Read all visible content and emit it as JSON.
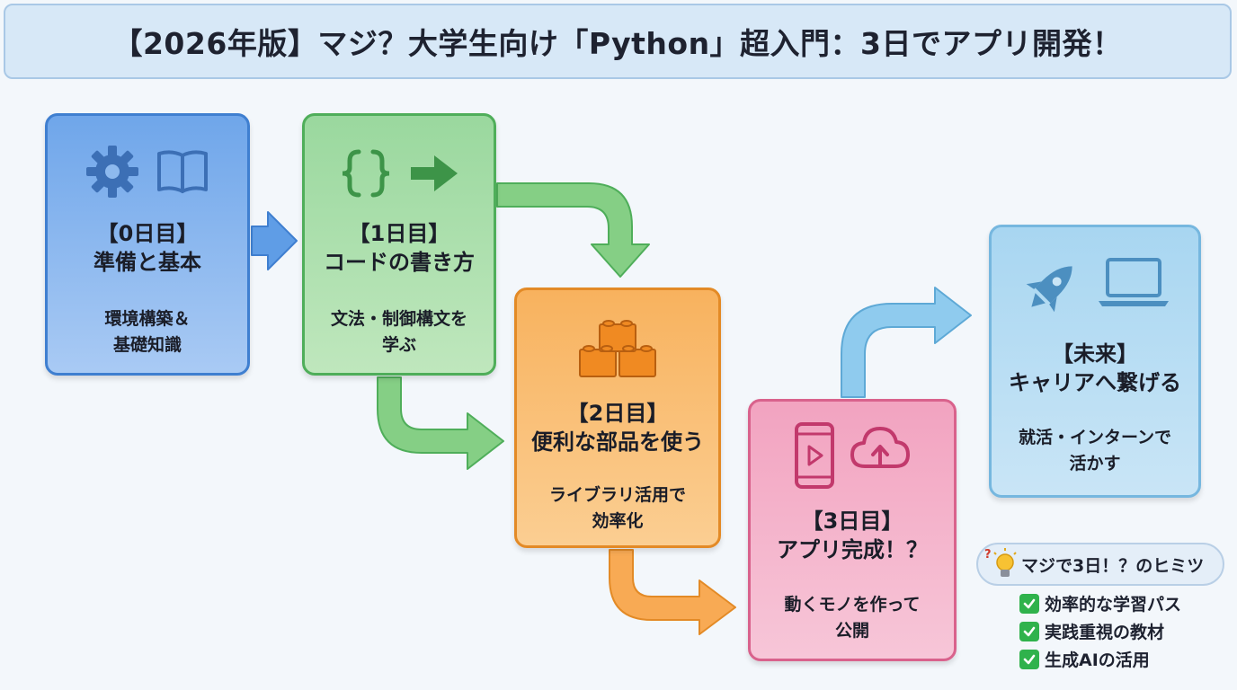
{
  "title": "【2026年版】マジ？大学生向け「Python」超入門：3日でアプリ開発！",
  "steps": [
    {
      "day": "【0日目】",
      "name": "準備と基本",
      "desc": [
        "環境構築＆",
        "基礎知識"
      ],
      "icons": [
        "gear-icon",
        "book-icon"
      ],
      "color": "#3f7fd0"
    },
    {
      "day": "【1日目】",
      "name": "コードの書き方",
      "desc": [
        "文法・制御構文を",
        "学ぶ"
      ],
      "icons": [
        "code-braces-icon",
        "right-arrow-icon"
      ],
      "color": "#4fae5a"
    },
    {
      "day": "【2日目】",
      "name": "便利な部品を使う",
      "desc": [
        "ライブラリ活用で",
        "効率化"
      ],
      "icons": [
        "building-blocks-icon"
      ],
      "color": "#e38a26"
    },
    {
      "day": "【3日目】",
      "name": "アプリ完成！？",
      "desc": [
        "動くモノを作って",
        "公開"
      ],
      "icons": [
        "smartphone-play-icon",
        "cloud-upload-icon"
      ],
      "color": "#d9628c"
    },
    {
      "day": "【未来】",
      "name": "キャリアへ繋げる",
      "desc": [
        "就活・インターンで",
        "活かす"
      ],
      "icons": [
        "rocket-icon",
        "laptop-icon"
      ],
      "color": "#76b7df"
    }
  ],
  "tips": {
    "label": "マジで3日！？のヒミツ",
    "icon": "lightbulb-question-icon",
    "points": [
      "効率的な学習パス",
      "実践重視の教材",
      "生成AIの活用"
    ]
  }
}
